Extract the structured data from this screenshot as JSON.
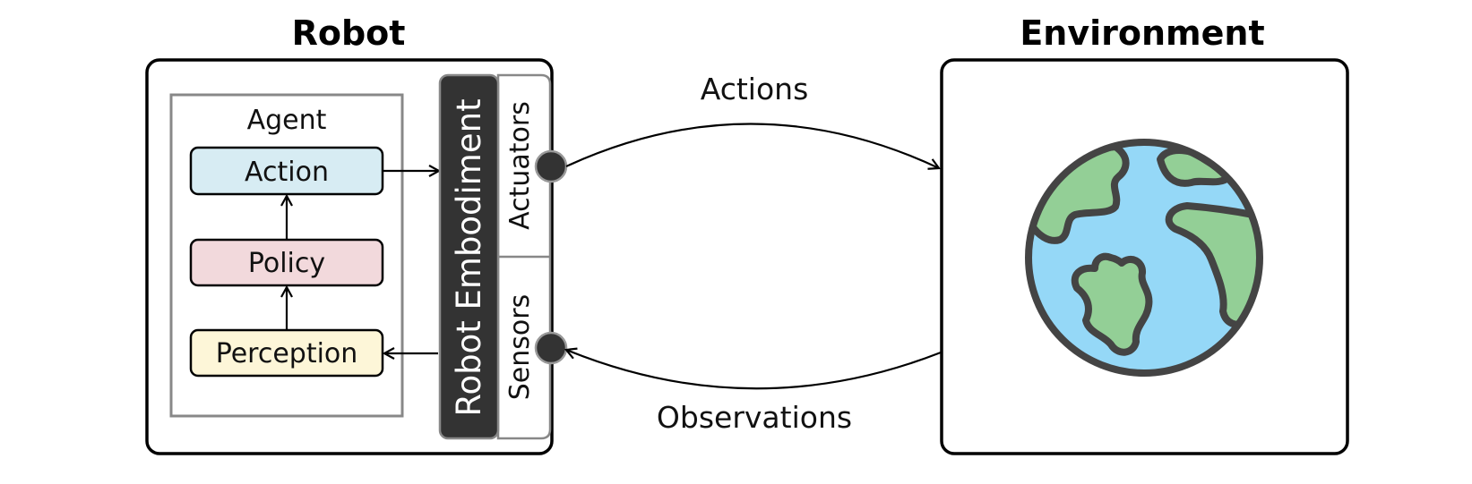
{
  "robot": {
    "title": "Robot",
    "agent": {
      "title": "Agent",
      "blocks": [
        {
          "label": "Action",
          "color": "#d7ecf3"
        },
        {
          "label": "Policy",
          "color": "#f2d9dc"
        },
        {
          "label": "Perception",
          "color": "#fdf6d8"
        }
      ]
    },
    "embodiment": {
      "label": "Robot Embodiment",
      "color": "#333333"
    },
    "actuators": "Actuators",
    "sensors": "Sensors"
  },
  "environment": {
    "title": "Environment",
    "icon": "earth-globe-icon",
    "ocean_color": "#95d8f7",
    "land_color": "#93cf96"
  },
  "arrows": {
    "actions": "Actions",
    "observations": "Observations"
  }
}
